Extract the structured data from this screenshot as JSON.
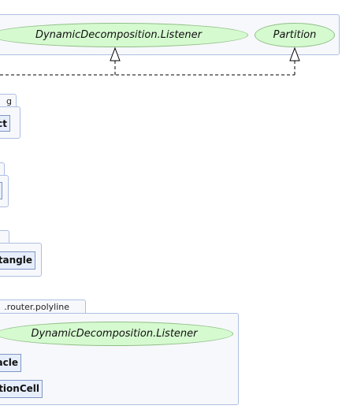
{
  "packages": {
    "top": {
      "iface_left": "DynamicDecomposition.Listener",
      "iface_right": "Partition"
    },
    "pkg1": {
      "tab": "g",
      "class_label": "ct"
    },
    "pkg2": {
      "tab": "",
      "class_label": ""
    },
    "pkg3": {
      "tab": "",
      "class_label": "tangle"
    },
    "pkg4": {
      "tab": ".router.polyline",
      "iface": "DynamicDecomposition.Listener",
      "class1": "acle",
      "class2": "tionCell"
    }
  },
  "colors": {
    "package_border": "#aebfe3",
    "package_fill": "#f7f8fb",
    "class_fill": "#e7eefb",
    "class_border": "#7f96c5",
    "interface_fill": "#d6fad0",
    "interface_border": "#8fbf87",
    "connector": "#000000"
  },
  "icons": {
    "realization_arrow": "hollow-triangle-arrowhead"
  }
}
